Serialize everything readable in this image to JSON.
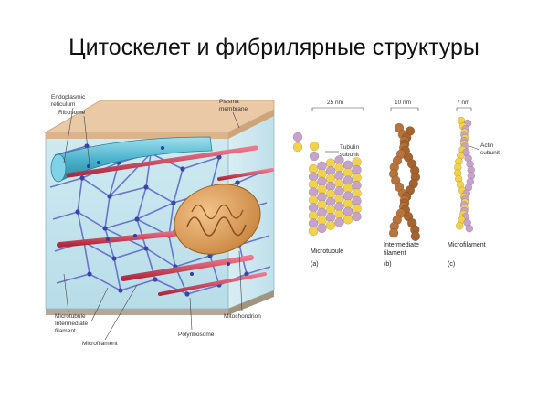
{
  "title": "Цитоскелет и фибрилярные структуры",
  "cell_labels": {
    "er_line1": "Endoplasmic",
    "er_line2": "reticulum",
    "ribosome": "Ribosome",
    "plasma_line1": "Plasma",
    "plasma_line2": "membrane",
    "mt_line1": "Microtubule",
    "mt_line2": "Intermediate",
    "mt_line3": "filament",
    "microfilament": "Microfilament",
    "polyribosome": "Polyribosome",
    "mitochondrion": "Mitochondrion"
  },
  "panels": {
    "a": {
      "dimension": "25 nm",
      "subunit_line1": "Tubulin",
      "subunit_line2": "subunit",
      "name": "Microtubule",
      "letter": "(a)"
    },
    "b": {
      "dimension": "10 nm",
      "name_line1": "Intermediate",
      "name_line2": "filament",
      "letter": "(b)"
    },
    "c": {
      "dimension": "7 nm",
      "subunit_line1": "Actin",
      "subunit_line2": "subunit",
      "name": "Microfilament",
      "letter": "(c)"
    }
  },
  "colors": {
    "tubulin_yellow": "#f2d24a",
    "tubulin_purple": "#c7a3cc",
    "intermediate_brown": "#b7733c",
    "filament_red": "#d8405a",
    "er_cyan": "#5bbfd6",
    "mesh_blue": "#5a63c8",
    "membrane_tan": "#e9c9a6",
    "mitochondrion": "#d99a54"
  }
}
